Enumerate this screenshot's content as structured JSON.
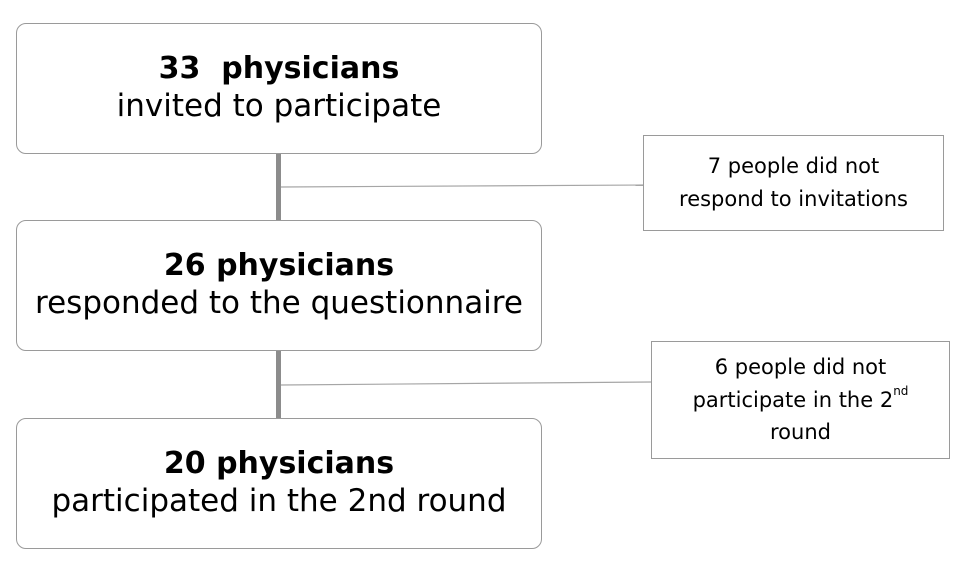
{
  "stages": [
    {
      "count": "33  physicians",
      "description": "invited to participate"
    },
    {
      "count": "26 physicians",
      "description": "responded to the questionnaire"
    },
    {
      "count": "20 physicians",
      "description": "participated in the 2nd round"
    }
  ],
  "exclusions": [
    {
      "line1": "7 people did not",
      "line2": "respond to invitations"
    },
    {
      "line1": "6 people did not",
      "line2_text": "participate in the 2",
      "line2_sup": "nd",
      "line3": "round"
    }
  ],
  "colors": {
    "box_border": "#9a9a9a",
    "connector": "#8c8c8c",
    "branch_line": "#a6a6a6"
  }
}
